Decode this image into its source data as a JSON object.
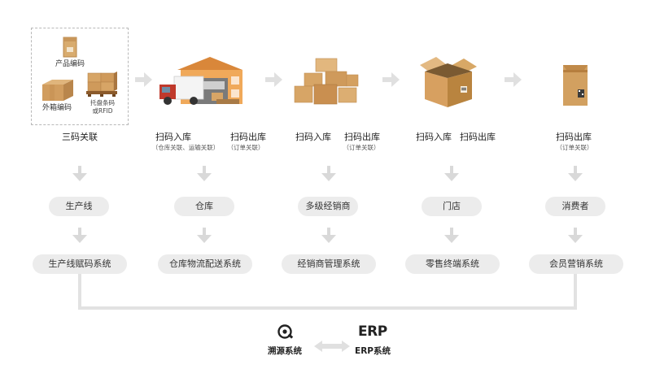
{
  "stage1": {
    "product_code": "产品编码",
    "carton_code": "外箱编码",
    "pallet_code_line1": "托盘条码",
    "pallet_code_line2": "或RFID",
    "caption": "三码关联"
  },
  "stage2": {
    "label_in": "扫码入库",
    "label_out": "扫码出库",
    "sub_in": "（仓库关联、运输关联）",
    "sub_out": "（订单关联）"
  },
  "stage3": {
    "label_in": "扫码入库",
    "label_out": "扫码出库",
    "sub_out": "（订单关联）"
  },
  "stage4": {
    "label_in": "扫码入库",
    "label_out": "扫码出库"
  },
  "stage5": {
    "label_out": "扫码出库",
    "sub_out": "（订单关联）"
  },
  "roles": [
    "生产线",
    "仓库",
    "多级经销商",
    "门店",
    "消费者"
  ],
  "systems": [
    "生产线赋码系统",
    "仓库物流配送系统",
    "经销商管理系统",
    "零售终端系统",
    "会员营销系统"
  ],
  "bottom": {
    "trace_label": "溯源系统",
    "erp_logo": "ERP",
    "erp_label": "ERP系统"
  },
  "colors": {
    "pill_bg": "#ececec",
    "arrow": "#d9d9d9",
    "box_brown": "#c9955a",
    "box_light": "#dcb07a",
    "truck_red": "#c0392b",
    "warehouse_orange": "#e8a04a"
  }
}
